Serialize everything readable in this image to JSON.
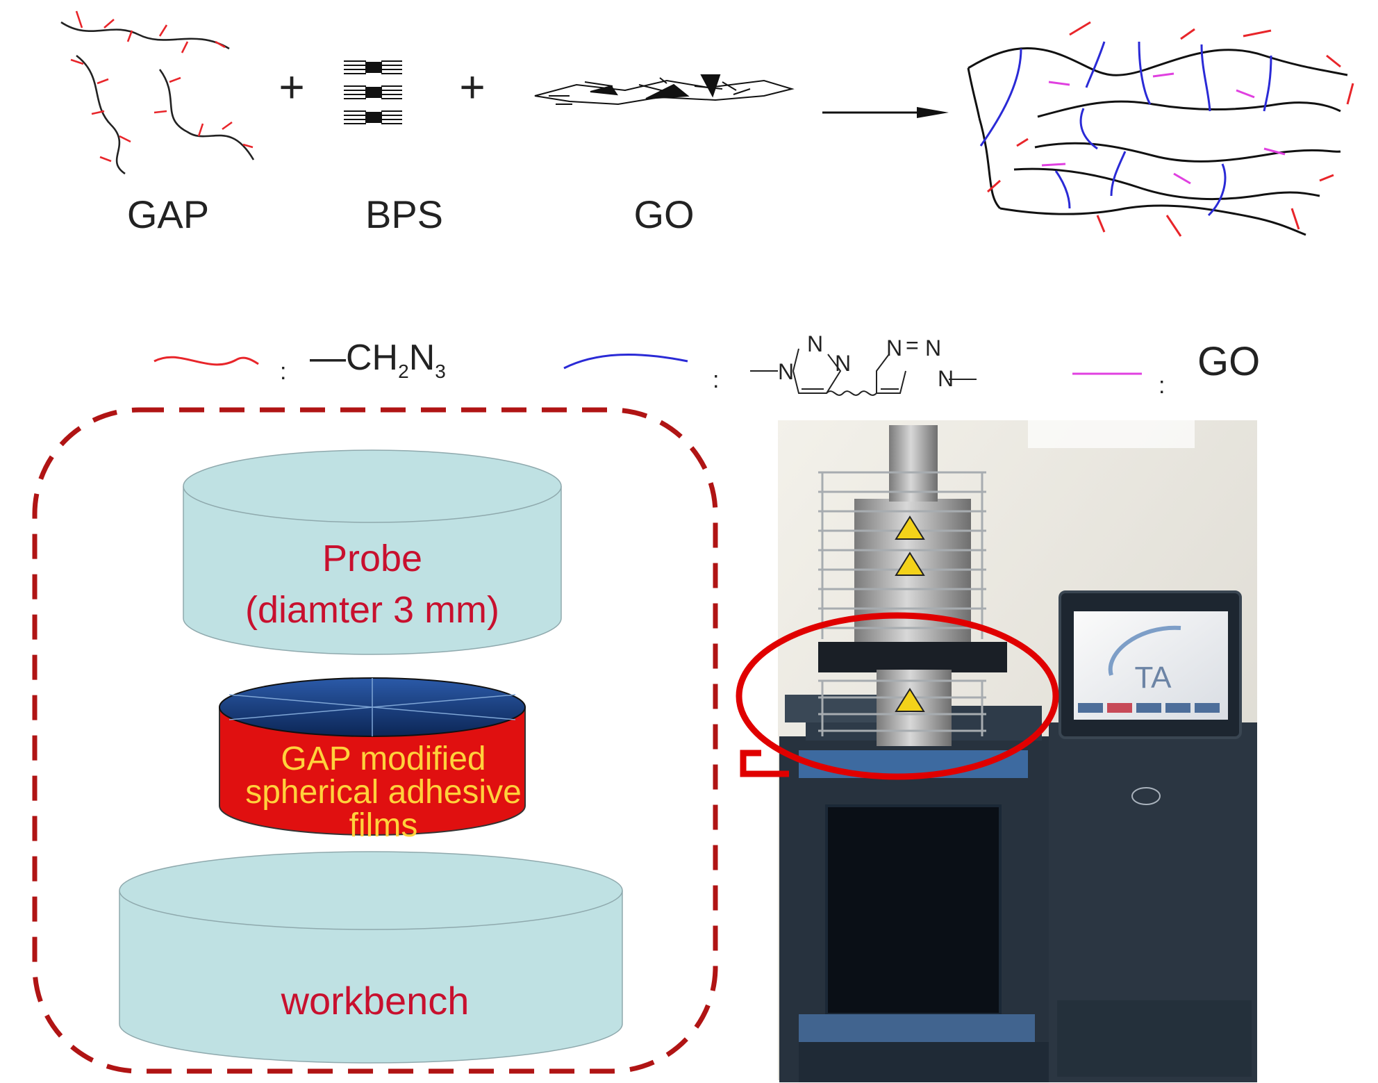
{
  "reaction": {
    "reactants": [
      "GAP",
      "BPS",
      "GO"
    ],
    "operator": "+"
  },
  "legend": {
    "separator": ":",
    "items": [
      {
        "line_color": "#e8252a",
        "label": "—CH₂N₃"
      },
      {
        "line_color": "#2a2ad6",
        "label": "triazole-linkage"
      },
      {
        "line_color": "#e040e0",
        "label": "GO"
      }
    ],
    "azide": {
      "dash": "—",
      "main": "CH",
      "sub1": "2",
      "mid": "N",
      "sub2": "3"
    },
    "triazole_atoms": [
      "N",
      "N",
      "N",
      "N",
      "N",
      "N"
    ],
    "triazole_bond": "="
  },
  "schematic": {
    "probe_line1": "Probe",
    "probe_line2": "(diamter 3 mm)",
    "film_line1": "GAP modified",
    "film_line2": "spherical adhesive",
    "film_line3": "films",
    "workbench": "workbench"
  },
  "instrument": {
    "brand": "TA"
  },
  "colors": {
    "azide_red": "#e8252a",
    "crosslink_blue": "#2a2ad6",
    "go_magenta": "#e040e0",
    "label_red": "#c8102e",
    "film_yellow": "#ffd23c",
    "cylinder_fill": "#bfe1e3",
    "film_red": "#e01010",
    "film_top": "#14336e",
    "dash_border": "#b01414"
  }
}
